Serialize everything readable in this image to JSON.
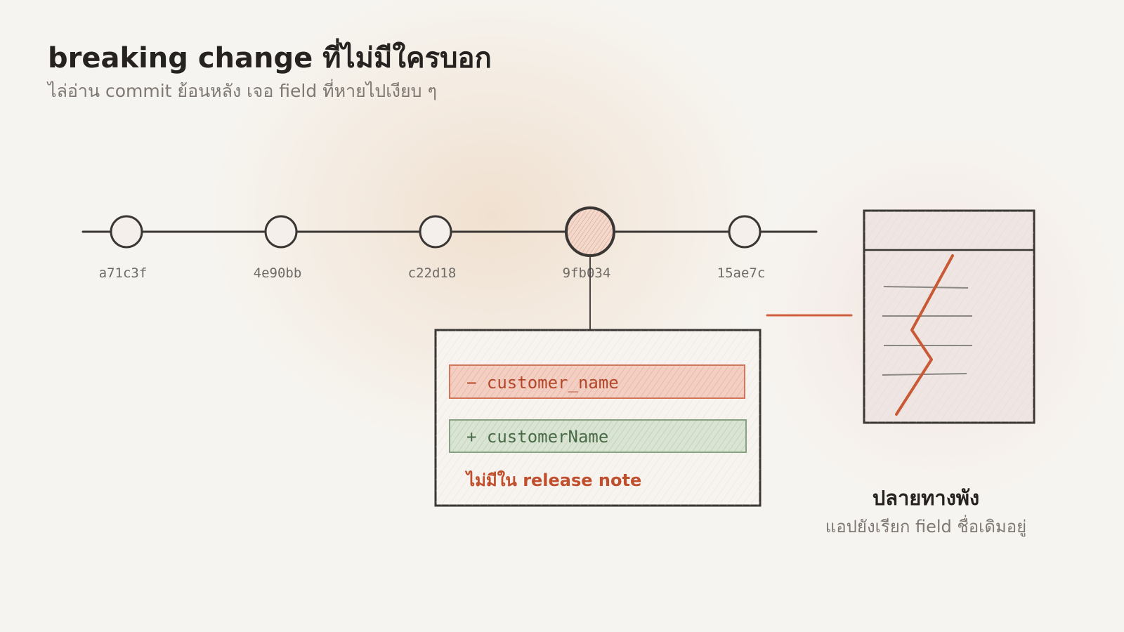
{
  "title": "breaking change ที่ไม่มีใครบอก",
  "subtitle": "ไล่อ่าน commit ย้อนหลัง เจอ field ที่หายไปเงียบ ๆ",
  "commits": [
    {
      "hash": "a71c3f"
    },
    {
      "hash": "4e90bb"
    },
    {
      "hash": "c22d18"
    },
    {
      "hash": "9fb034",
      "highlighted": true
    },
    {
      "hash": "15ae7c"
    }
  ],
  "diff": {
    "removed": "−  customer_name",
    "added": "+  customerName",
    "note": "ไม่มีใน release note"
  },
  "downstream": {
    "title": "ปลายทางพัง",
    "subtitle": "แอปยังเรียก field ชื่อเดิมอยู่"
  },
  "colors": {
    "ink": "#3a3633",
    "accent_red": "#c85a35",
    "removed_fill": "#f2cfc2",
    "added_fill": "#d9e4d3",
    "added_text": "#4a6b48"
  }
}
